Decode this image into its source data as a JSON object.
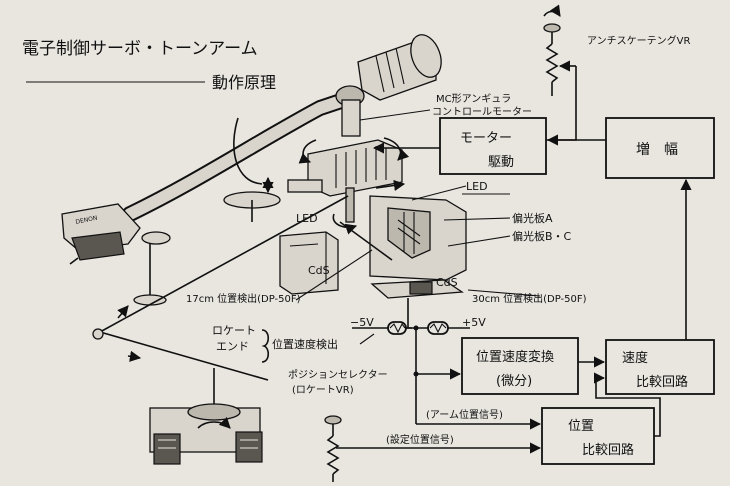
{
  "title": "電子制御サーボ・トーンアーム",
  "subtitle": "動作原理",
  "blocks": {
    "motor_drive_line1": "モーター",
    "motor_drive_line2": "駆動",
    "amplifier": "増　幅",
    "velocity_convert_line1": "位置速度変換",
    "velocity_convert_line2": "(微分)",
    "speed_compare_line1": "速度",
    "speed_compare_line2": "比較回路",
    "position_compare_line1": "位置",
    "position_compare_line2": "比較回路"
  },
  "labels": {
    "anti_skating_vr": "アンチスケーテングVR",
    "mc_motor_line1": "MC形アンギュラ",
    "mc_motor_line2": "コントロールモーター",
    "led_right": "LED",
    "led_left": "LED",
    "polarizer_a": "偏光板A",
    "polarizer_bc": "偏光板B・C",
    "cds_left": "CdS",
    "cds_right": "CdS",
    "detector_17": "17cm 位置検出(DP-50F)",
    "detector_30": "30cm 位置検出(DP-50F)",
    "rocket_line1": "ロケート",
    "rocket_line2": "エンド",
    "position_velocity_detect": "位置速度検出",
    "minus_5v": "−5V",
    "plus_5v": "+5V",
    "position_selector_line1": "ポジションセレクター",
    "position_selector_line2": "(ロケートVR)",
    "arm_position_signal": "(アーム位置信号)",
    "set_position_signal": "(設定位置信号)",
    "brand": "DENON"
  }
}
